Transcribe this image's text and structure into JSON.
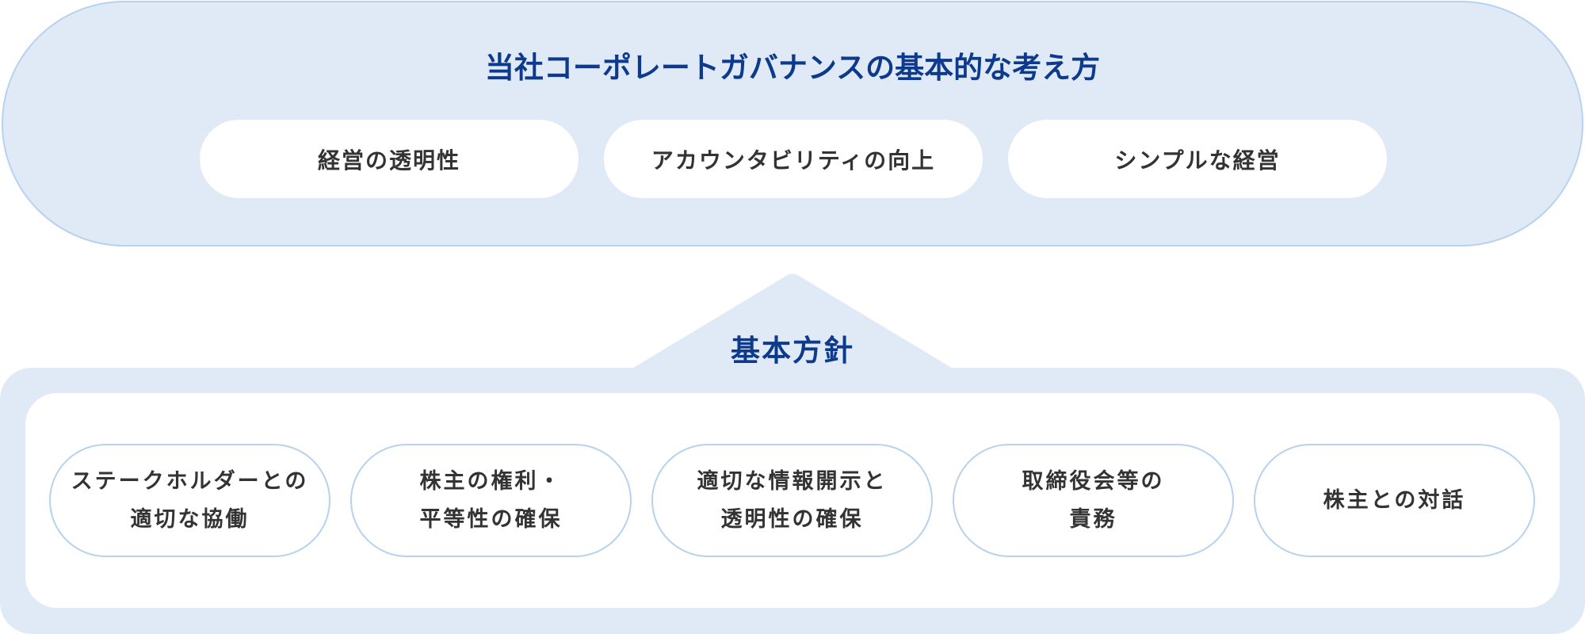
{
  "philosophy": {
    "title": "当社コーポレートガバナンスの基本的な考え方",
    "principles": [
      {
        "label": "経営の透明性"
      },
      {
        "label": "アカウンタビリティの向上"
      },
      {
        "label": "シンプルな経営"
      }
    ]
  },
  "policy": {
    "title": "基本方針",
    "items": [
      {
        "label": "ステークホルダーとの\n適切な協働"
      },
      {
        "label": "株主の権利・\n平等性の確保"
      },
      {
        "label": "適切な情報開示と\n透明性の確保"
      },
      {
        "label": "取締役会等の\n責務"
      },
      {
        "label": "株主との対話"
      }
    ]
  },
  "colors": {
    "panel_fill": "#e0eaf7",
    "panel_border": "#b7d1f1",
    "title_text": "#0d3a8c",
    "body_text": "#333333"
  }
}
